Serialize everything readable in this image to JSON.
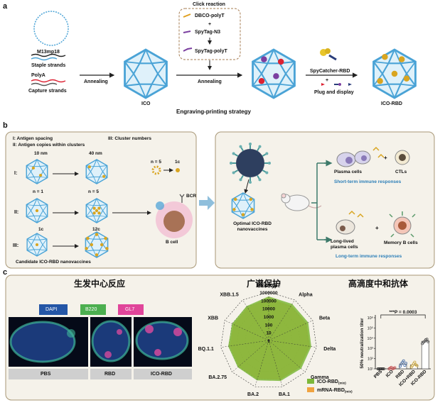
{
  "panel_a": {
    "letter": "a",
    "m13": "M13mp18",
    "staple": "Staple strands",
    "polya": "PolyA",
    "capture": "Capture strands",
    "annealing1": "Annealing",
    "ico": "ICO",
    "click_title": "Click reaction",
    "click_items": [
      "DBCO-polyT",
      "+",
      "SpyTag-N3",
      "SpyTag-polyT"
    ],
    "annealing2": "Annealing",
    "spycatcher": "SpyCatcher-RBD",
    "plus": "+",
    "plug": "Plug and display",
    "ico_rbd": "ICO-RBD",
    "strategy": "Engraving-printing strategy"
  },
  "panel_b": {
    "letter": "b",
    "legend1": "I:  Antigen spacing",
    "legend2": "II:  Antigen copies within clusters",
    "legend3": "III:  Cluster numbers",
    "row1_label": "I:",
    "dist1": "10 nm",
    "dist2": "40 nm",
    "n5_top": "n = 5",
    "c1_top": "1c",
    "row2_label": "II:",
    "n1": "n = 1",
    "n5": "n = 5",
    "row3_label": "III:",
    "c1": "1c",
    "c12": "12c",
    "candidate": "Candidate ICO-RBD nanovaccines",
    "bcr": "BCR",
    "bcell": "B cell",
    "optimal": "Optimal ICO-RBD nanovaccines",
    "plasma": "Plasma cells",
    "plus1": "+",
    "ctls": "CTLs",
    "short_term": "Short-term immune responses",
    "longlived": "Long-lived plasma cells",
    "plus2": "+",
    "memory": "Memory B cells",
    "long_term": "Long-term immune responses"
  },
  "panel_c": {
    "letter": "c",
    "gc_title": "生发中心反应",
    "stains": [
      {
        "label": "DAPI",
        "color": "#2456a6"
      },
      {
        "label": "B220",
        "color": "#4caf50"
      },
      {
        "label": "GL7",
        "color": "#e0459a"
      }
    ],
    "groups": [
      "PBS",
      "RBD",
      "ICO-RBD"
    ],
    "broad_title": "广谱保护",
    "high_title": "高滴度中和抗体"
  },
  "chart_data": [
    {
      "type": "radar",
      "axes": [
        "Prototype",
        "Alpha",
        "Beta",
        "Delta",
        "Gamma",
        "BA.1",
        "BA.2",
        "BA.2.75",
        "BQ.1.1",
        "XBB",
        "XBB.1.5"
      ],
      "rings": [
        "1000000",
        "100000",
        "10000",
        "1000",
        "100",
        "10",
        "1"
      ],
      "scale": "log",
      "series": [
        {
          "name": "ICO-RBD",
          "name_sub": "(mix)",
          "color": "#7db83a",
          "values": [
            300000,
            250000,
            250000,
            220000,
            220000,
            180000,
            150000,
            120000,
            120000,
            100000,
            120000
          ]
        },
        {
          "name": "mRNA-RBD",
          "name_sub": "(mix)",
          "color": "#f0a340",
          "values": [
            200000,
            150000,
            150000,
            150000,
            130000,
            120000,
            100000,
            90000,
            80000,
            70000,
            80000
          ]
        }
      ],
      "legend": "bottom-right"
    },
    {
      "type": "scatter",
      "ylabel": "50% neutralization titer",
      "categories": [
        "PBS",
        "ICO",
        "RBD",
        "ICO+RBD",
        "ICO-RBD"
      ],
      "y_ticks": [
        "10¹",
        "10²",
        "10³",
        "10⁴",
        "10⁵",
        "10⁶"
      ],
      "ylim": [
        10,
        1000000
      ],
      "scale": "log",
      "bar_means": [
        10,
        12,
        30,
        25,
        5000
      ],
      "points": [
        [
          10,
          10,
          10,
          10,
          10,
          10
        ],
        [
          10,
          12,
          14,
          10,
          11,
          13
        ],
        [
          18,
          30,
          45,
          60,
          22,
          35
        ],
        [
          15,
          20,
          30,
          45,
          25,
          20
        ],
        [
          3000,
          4000,
          5000,
          7000,
          8000,
          4500
        ]
      ],
      "point_colors": [
        "#333333",
        "#c85a5a",
        "#4a6fa8",
        "#c8a43a",
        "#555555"
      ],
      "significance": "***P = 0.0003"
    }
  ]
}
